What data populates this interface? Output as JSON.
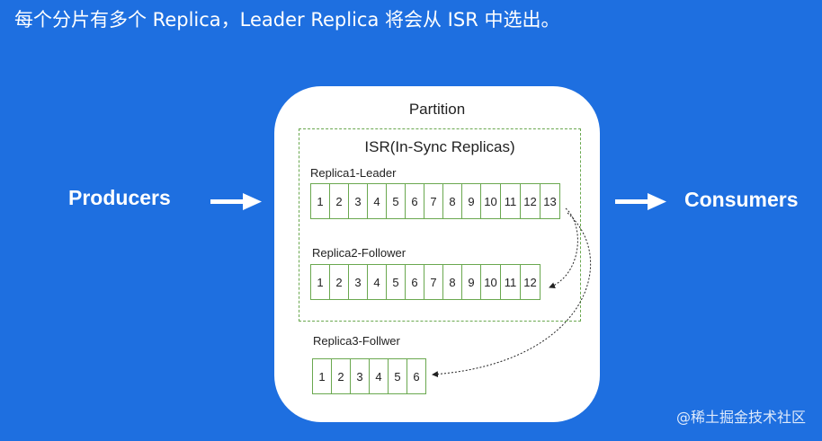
{
  "caption": "每个分片有多个 Replica，Leader Replica 将会从 ISR 中选出。",
  "producers_label": "Producers",
  "consumers_label": "Consumers",
  "partition": {
    "title": "Partition",
    "isr_title": "ISR(In-Sync Replicas)",
    "replicas": [
      {
        "label": "Replica1-Leader",
        "offsets": [
          "1",
          "2",
          "3",
          "4",
          "5",
          "6",
          "7",
          "8",
          "9",
          "10",
          "11",
          "12",
          "13"
        ]
      },
      {
        "label": "Replica2-Follower",
        "offsets": [
          "1",
          "2",
          "3",
          "4",
          "5",
          "6",
          "7",
          "8",
          "9",
          "10",
          "11",
          "12"
        ]
      },
      {
        "label": "Replica3-Follwer",
        "offsets": [
          "1",
          "2",
          "3",
          "4",
          "5",
          "6"
        ]
      }
    ]
  },
  "watermark": "@稀土掘金技术社区",
  "colors": {
    "background": "#1e6fe0",
    "cell_border": "#6aa84f",
    "arrow": "#ffffff"
  }
}
